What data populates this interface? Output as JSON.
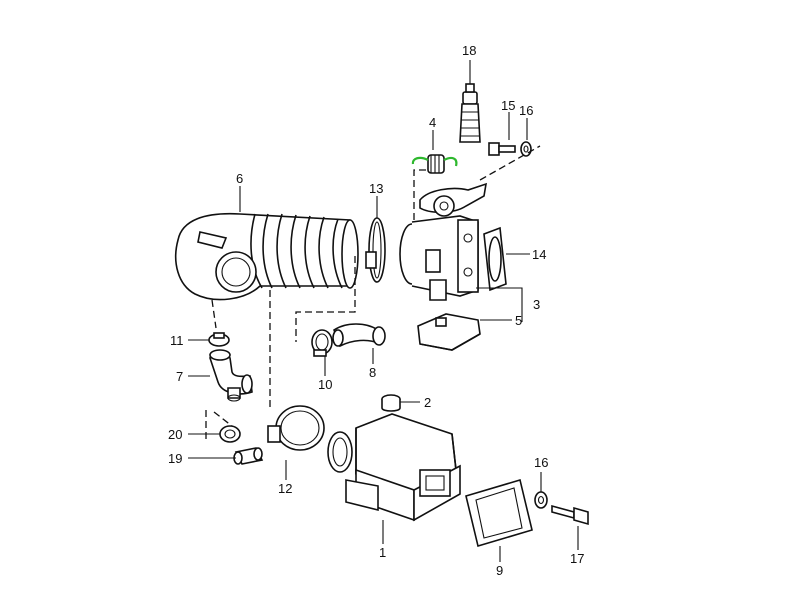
{
  "colors": {
    "highlight": "#2eb82e",
    "ink": "#111111",
    "background": "#ffffff"
  },
  "callouts": [
    {
      "id": "c18",
      "text": "18"
    },
    {
      "id": "c4",
      "text": "4"
    },
    {
      "id": "c15",
      "text": "15"
    },
    {
      "id": "c16a",
      "text": "16"
    },
    {
      "id": "c6",
      "text": "6"
    },
    {
      "id": "c13",
      "text": "13"
    },
    {
      "id": "c14",
      "text": "14"
    },
    {
      "id": "c3",
      "text": "3"
    },
    {
      "id": "c5",
      "text": "5"
    },
    {
      "id": "c11",
      "text": "11"
    },
    {
      "id": "c7",
      "text": "7"
    },
    {
      "id": "c10",
      "text": "10"
    },
    {
      "id": "c8",
      "text": "8"
    },
    {
      "id": "c2",
      "text": "2"
    },
    {
      "id": "c20",
      "text": "20"
    },
    {
      "id": "c19",
      "text": "19"
    },
    {
      "id": "c12",
      "text": "12"
    },
    {
      "id": "c16b",
      "text": "16"
    },
    {
      "id": "c1",
      "text": "1"
    },
    {
      "id": "c9",
      "text": "9"
    },
    {
      "id": "c17",
      "text": "17"
    }
  ]
}
